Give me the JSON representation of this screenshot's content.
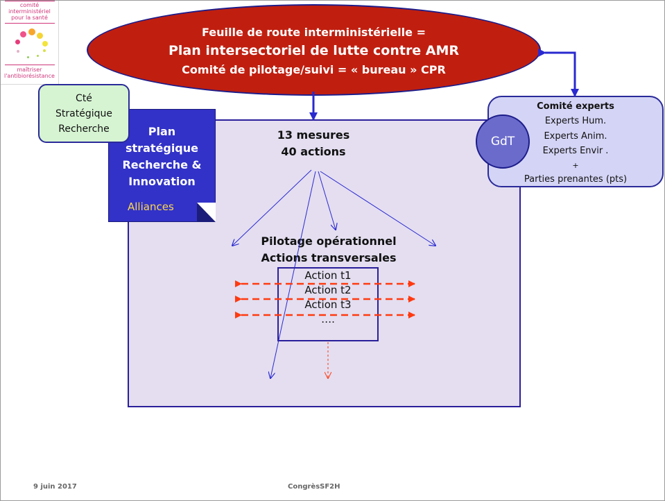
{
  "header": {
    "line1": "Feuille de route interministérielle =",
    "line2": "Plan intersectoriel de lutte contre AMR",
    "line3": "Comité de pilotage/suivi = « bureau » CPR"
  },
  "logo": {
    "top_lines": [
      "comité",
      "interministériel",
      "pour la santé"
    ],
    "bottom_lines": [
      "maîtriser",
      "l'antibiorésistance"
    ]
  },
  "cte": {
    "lines": [
      "Cté",
      "Stratégique",
      "Recherche"
    ]
  },
  "plan": {
    "title_lines": [
      "Plan",
      "stratégique",
      "Recherche &",
      "Innovation"
    ],
    "alliances": "Alliances"
  },
  "experts": {
    "title": "Comité experts",
    "lines": [
      "Experts Hum.",
      "Experts Anim.",
      "Experts Envir .",
      "+",
      "Parties prenantes (pts)"
    ],
    "gdt": "GdT"
  },
  "mesures": {
    "line1": "13 mesures",
    "line2": "40 actions"
  },
  "pilotage": {
    "line1": "Pilotage opérationnel",
    "line2": "Actions transversales"
  },
  "actions": [
    "Action t1",
    "Action t2",
    "Action t3",
    "…."
  ],
  "footer": {
    "date": "9 juin 2017",
    "center": "CongrèsSF2H"
  },
  "colors": {
    "ellipse": "#c01f10",
    "main_rect": "#e4def0",
    "plan_box": "#3232c8",
    "experts_box": "#d4d4f6",
    "cte_box": "#d6f4d2",
    "arrow_blue": "#2a2ad0",
    "arrow_dashed": "#ff3a10"
  }
}
